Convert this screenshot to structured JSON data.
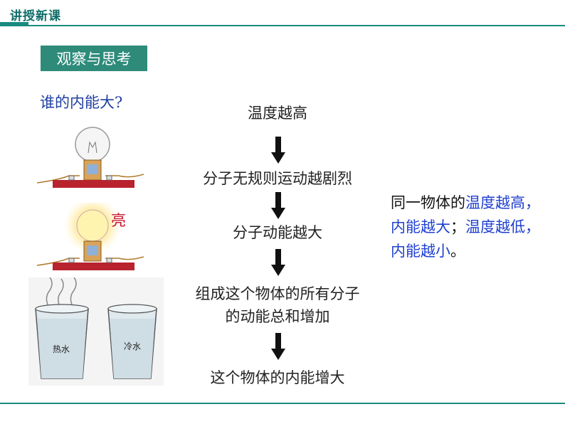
{
  "header": {
    "title": "讲授新课"
  },
  "section_tag": "观察与思考",
  "question": "谁的内能大?",
  "steps": [
    "温度越高",
    "分子无规则运动越剧烈",
    "分子动能越大",
    "组成这个物体的所有分子",
    "的动能总和增加",
    "这个物体的内能增大"
  ],
  "labels": {
    "bright": "亮",
    "hot_water": "热水",
    "cold_water": "冷水"
  },
  "conclusion": {
    "l1a": "同一物体的",
    "l1b": "温度越高，",
    "l2a": "内能越大",
    "l2b": "；",
    "l2c": "温度越低，",
    "l3a": "内能越小",
    "l3b": "。"
  },
  "colors": {
    "accent": "#1a8a80",
    "blue": "#1f3fd0",
    "red": "#c8102e"
  }
}
